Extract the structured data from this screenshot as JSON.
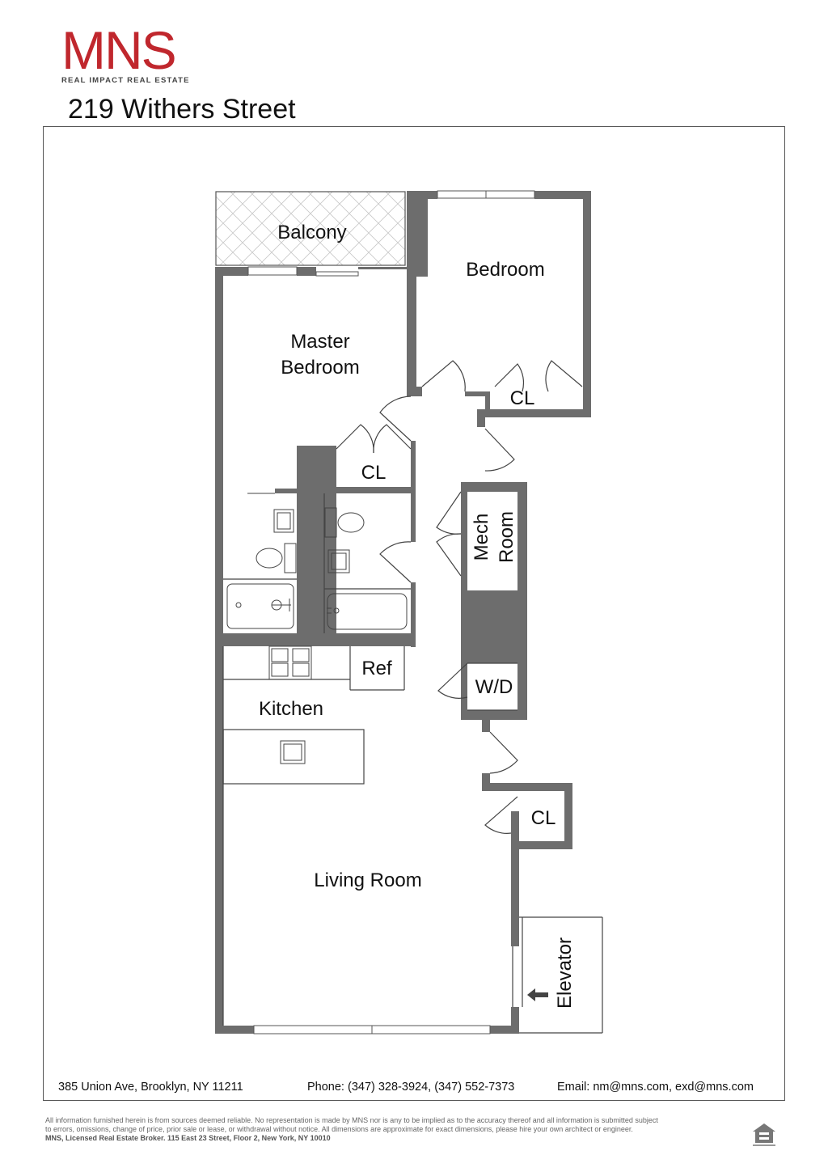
{
  "brand": {
    "logo_text": "MNS",
    "tagline": "REAL IMPACT REAL ESTATE",
    "color": "#c0272d"
  },
  "page_title": "219 Withers Street",
  "rooms": {
    "balcony": "Balcony",
    "bedroom": "Bedroom",
    "master_bedroom_line1": "Master",
    "master_bedroom_line2": "Bedroom",
    "closet_bedroom": "CL",
    "closet_master": "CL",
    "closet_living": "CL",
    "mech_room_line1": "Mech",
    "mech_room_line2": "Room",
    "refrigerator": "Ref",
    "washer_dryer": "W/D",
    "kitchen": "Kitchen",
    "living_room": "Living Room",
    "elevator": "Elevator"
  },
  "contact": {
    "address": "385 Union Ave, Brooklyn, NY 11211",
    "phone": "Phone: (347) 328-3924, (347) 552-7373",
    "email": "Email: nm@mns.com, exd@mns.com"
  },
  "disclaimer": {
    "line1": "All information furnished herein is from sources deemed reliable. No representation is made by MNS nor is any to be implied as to the accuracy thereof and all information is submitted subject",
    "line2": "to errors, omissions, change of price, prior sale or lease, or withdrawal without notice. All dimensions are approximate for exact dimensions, please hire your own architect or engineer.",
    "broker": "MNS, Licensed Real Estate Broker. 115 East 23 Street, Floor 2, New York, NY 10010"
  },
  "icons": {
    "equal_housing": "equal-housing-icon",
    "elevator_arrow": "arrow-left-icon"
  },
  "colors": {
    "wall": "#6d6d6d",
    "accent": "#c0272d"
  }
}
